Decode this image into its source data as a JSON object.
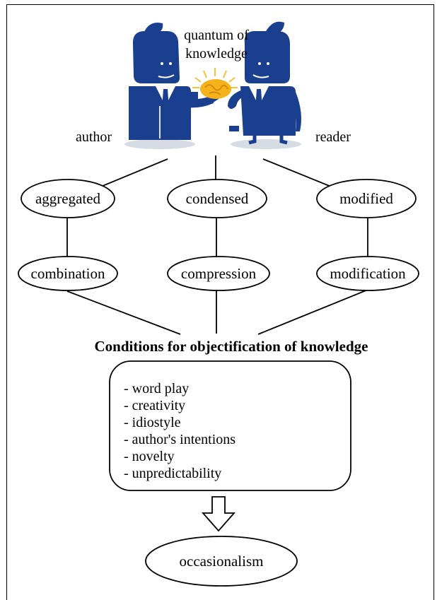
{
  "diagram": {
    "top_label_line1": "quantum of",
    "top_label_line2": "knowledge",
    "author_label": "author",
    "reader_label": "reader",
    "level1": [
      "aggregated",
      "condensed",
      "modified"
    ],
    "level2": [
      "combination",
      "compression",
      "modification"
    ],
    "heading": "Conditions for objectification of knowledge",
    "conditions": [
      "- word play",
      "- creativity",
      "- idiostyle",
      "- author's intentions",
      "- novelty",
      "- unpredictability"
    ],
    "result": "occasionalism",
    "colors": {
      "figure_fill": "#1b3f8f",
      "shirt": "#ffffff",
      "brain": "#f6b21a",
      "glow": "#f4c23a",
      "shadow": "#d7dbe3",
      "stroke": "#000000"
    }
  }
}
